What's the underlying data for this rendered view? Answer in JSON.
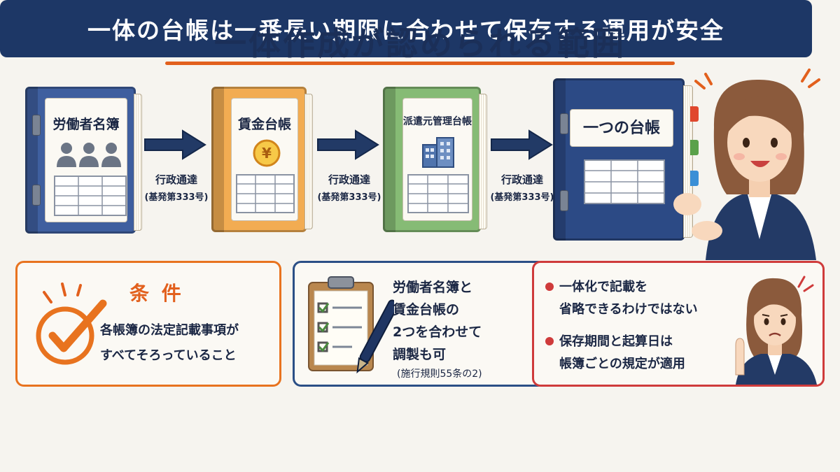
{
  "title": "一体作成が認められる範囲",
  "flow": {
    "books": [
      {
        "label": "労働者名簿",
        "icon": "people-icon",
        "color": "#3f5f9f"
      },
      {
        "label": "賃金台帳",
        "icon": "yen-coin-icon",
        "color": "#f2ac52"
      },
      {
        "label": "派遣元管理台帳",
        "icon": "office-building-icon",
        "color": "#86bb75"
      },
      {
        "label": "一つの台帳",
        "icon": "table-icon",
        "color": "#2c4a85"
      }
    ],
    "arrows": [
      {
        "line1": "行政通達",
        "line2": "(基発第333号)"
      },
      {
        "line1": "行政通達",
        "line2": "(基発第333号)"
      },
      {
        "line1": "行政通達",
        "line2": "(基発第333号)"
      }
    ]
  },
  "condition_box": {
    "heading": "条 件",
    "lines": [
      "各帳簿の法定記載事項が",
      "すべてそろっていること"
    ],
    "color": "#e8731f"
  },
  "middle_box": {
    "lines": [
      "労働者名簿と",
      "賃金台帳の",
      "2つを合わせて",
      "調製も可"
    ],
    "note": "(施行規則55条の2)",
    "color": "#2b4f86"
  },
  "caution_box": {
    "bullets": [
      {
        "line1": "一体化で記載を",
        "line2": "省略できるわけではない"
      },
      {
        "line1": "保存期間と起算日は",
        "line2": "帳簿ごとの規定が適用"
      }
    ],
    "color": "#cf3b3b"
  },
  "banner": "一体の台帳は一番長い期限に合わせて保存する運用が安全"
}
